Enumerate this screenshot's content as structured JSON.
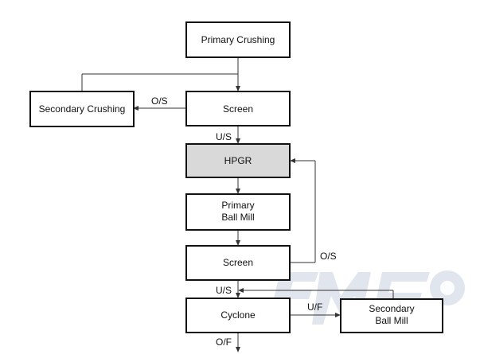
{
  "nodes": {
    "primary_crushing": {
      "lines": [
        "Primary Crushing"
      ]
    },
    "secondary_crushing": {
      "lines": [
        "Secondary Crushing"
      ]
    },
    "screen_1": {
      "lines": [
        "Screen"
      ]
    },
    "hpgr": {
      "lines": [
        "HPGR"
      ],
      "fill": "#d9d9d9"
    },
    "primary_ball_mill": {
      "lines": [
        "Primary",
        "Ball Mill"
      ]
    },
    "screen_2": {
      "lines": [
        "Screen"
      ]
    },
    "cyclone": {
      "lines": [
        "Cyclone"
      ]
    },
    "secondary_ball_mill": {
      "lines": [
        "Secondary",
        "Ball Mill"
      ]
    }
  },
  "edge_labels": {
    "screen1_os": "O/S",
    "screen1_us": "U/S",
    "screen2_os": "O/S",
    "screen2_us": "U/S",
    "cyclone_uf": "U/F",
    "cyclone_of": "O/F"
  },
  "watermark": {
    "logo": "FMS logo",
    "color": "#c9cfe0"
  },
  "colors": {
    "stroke": "#111111",
    "box_fill": "#ffffff",
    "shaded_fill": "#d9d9d9"
  }
}
